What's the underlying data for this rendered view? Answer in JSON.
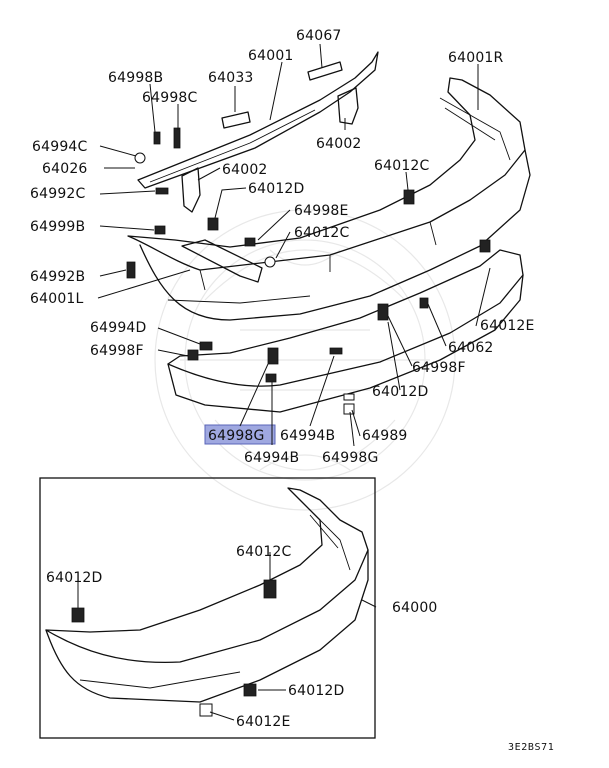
{
  "diagram": {
    "callouts": [
      {
        "id": "c1",
        "text": "64067"
      },
      {
        "id": "c2",
        "text": "64001"
      },
      {
        "id": "c3",
        "text": "64033"
      },
      {
        "id": "c4",
        "text": "64998B"
      },
      {
        "id": "c5",
        "text": "64998C"
      },
      {
        "id": "c6",
        "text": "64001R"
      },
      {
        "id": "c7",
        "text": "64994C"
      },
      {
        "id": "c8",
        "text": "64026"
      },
      {
        "id": "c9",
        "text": "64002"
      },
      {
        "id": "c10",
        "text": "64002"
      },
      {
        "id": "c11",
        "text": "64012C"
      },
      {
        "id": "c12",
        "text": "64992C"
      },
      {
        "id": "c13",
        "text": "64012D"
      },
      {
        "id": "c14",
        "text": "64998E"
      },
      {
        "id": "c15",
        "text": "64999B"
      },
      {
        "id": "c16",
        "text": "64012C"
      },
      {
        "id": "c17",
        "text": "64992B"
      },
      {
        "id": "c18",
        "text": "64001L"
      },
      {
        "id": "c19",
        "text": "64012E"
      },
      {
        "id": "c20",
        "text": "64994D"
      },
      {
        "id": "c21",
        "text": "64062"
      },
      {
        "id": "c22",
        "text": "64998F"
      },
      {
        "id": "c23",
        "text": "64998F"
      },
      {
        "id": "c24",
        "text": "64012D"
      },
      {
        "id": "c25",
        "text": "64998G",
        "highlighted": true
      },
      {
        "id": "c26",
        "text": "64994B"
      },
      {
        "id": "c27",
        "text": "64989"
      },
      {
        "id": "c28",
        "text": "64994B"
      },
      {
        "id": "c29",
        "text": "64998G"
      },
      {
        "id": "c30",
        "text": "64012C"
      },
      {
        "id": "c31",
        "text": "64012D"
      },
      {
        "id": "c32",
        "text": "64000"
      },
      {
        "id": "c33",
        "text": "64012D"
      },
      {
        "id": "c34",
        "text": "64012E"
      }
    ],
    "figure_code": "3E2BS71",
    "highlight_color": "#9fa8e0"
  }
}
